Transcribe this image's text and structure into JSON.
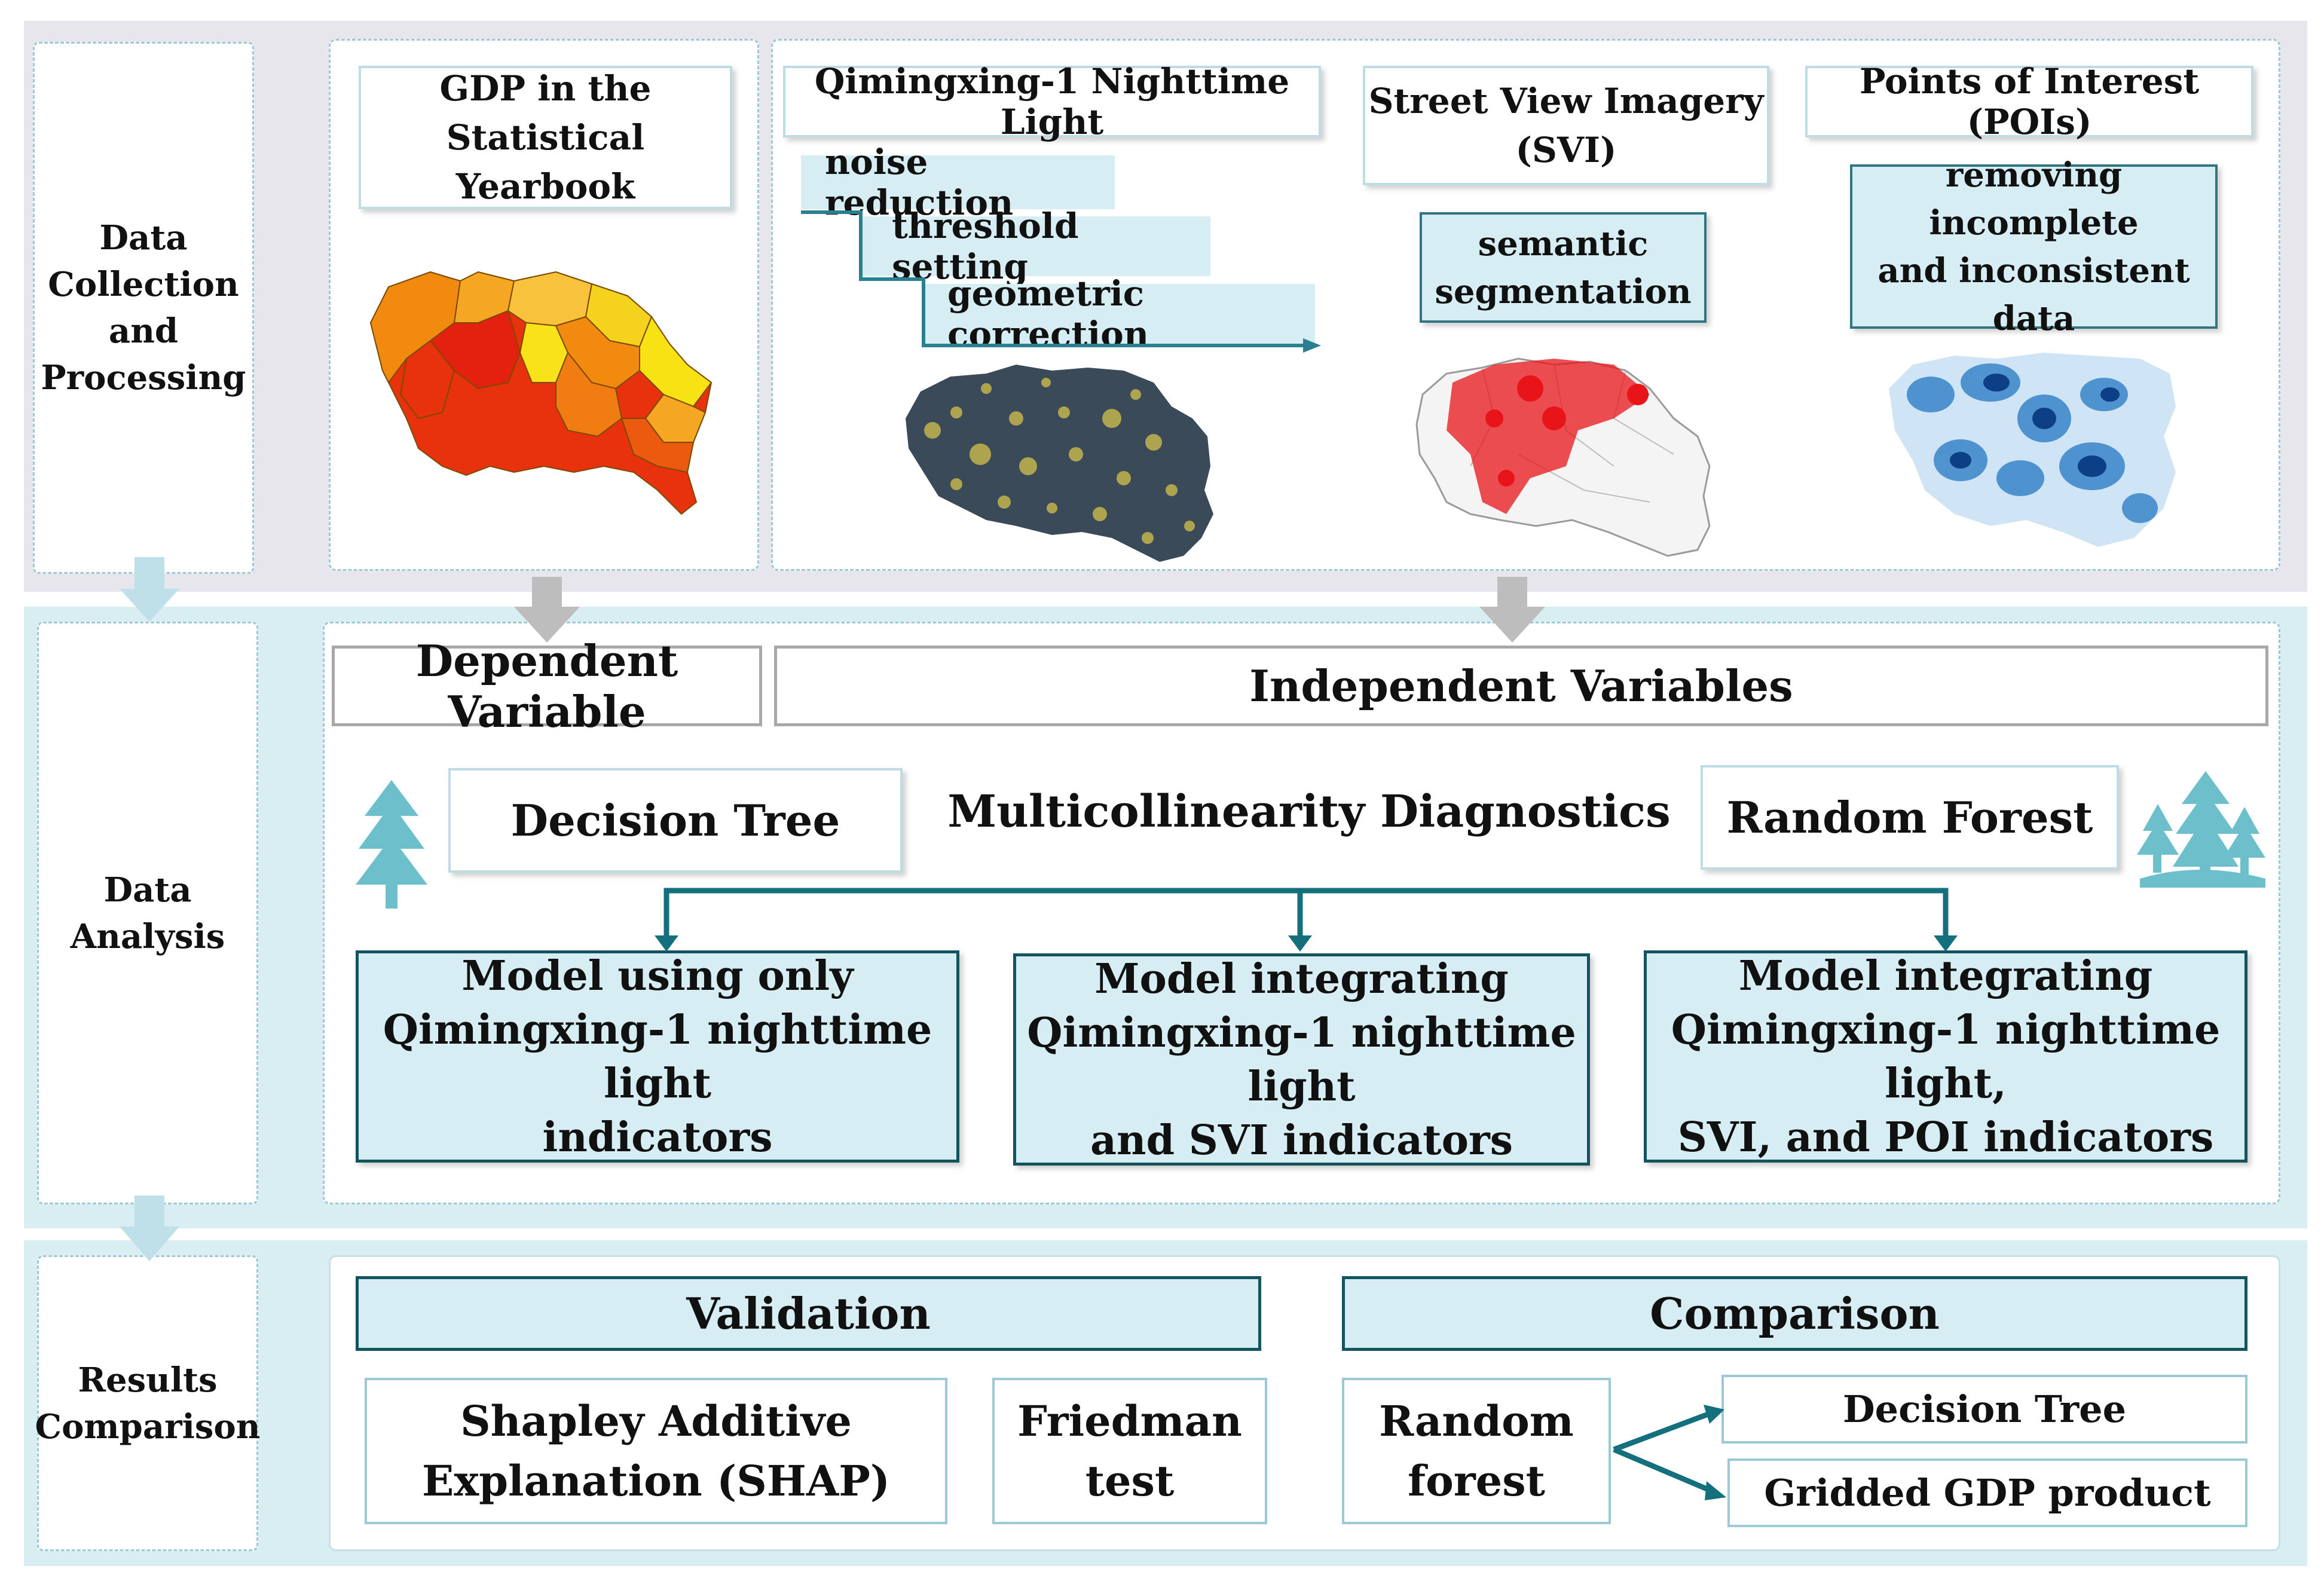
{
  "stages": {
    "s1": "Data\nCollection\nand\nProcessing",
    "s2": "Data\nAnalysis",
    "s3": "Results\nComparison"
  },
  "sources": {
    "gdp": "GDP in the\nStatistical Yearbook",
    "ntl": "Qimingxing-1 Nighttime Light",
    "svi": "Street View Imagery\n(SVI)",
    "poi": "Points of Interest (POIs)"
  },
  "processing": {
    "ntl_steps": [
      "noise reduction",
      "threshold setting",
      "geometric correction"
    ],
    "svi": "semantic\nsegmentation",
    "poi": "removing incomplete\nand inconsistent\ndata"
  },
  "analysis": {
    "dependent": "Dependent Variable",
    "independent": "Independent Variables",
    "decision_tree": "Decision Tree",
    "multicollinearity": "Multicollinearity Diagnostics",
    "random_forest": "Random Forest",
    "models": [
      "Model using only\nQimingxing-1 nighttime light\nindicators",
      "Model integrating\nQimingxing-1 nighttime light\nand SVI indicators",
      "Model integrating\nQimingxing-1 nighttime light,\nSVI, and POI indicators"
    ]
  },
  "results": {
    "validation": "Validation",
    "shap": "Shapley Additive\nExplanation (SHAP)",
    "friedman": "Friedman\ntest",
    "comparison": "Comparison",
    "rf": "Random\nforest",
    "dt": "Decision Tree",
    "gridded": "Gridded GDP product"
  },
  "colors": {
    "teal_dark": "#14545f",
    "teal_light": "#d6eef3",
    "band_blue": "#d9eef2",
    "band_gray": "#e6e6ec"
  }
}
